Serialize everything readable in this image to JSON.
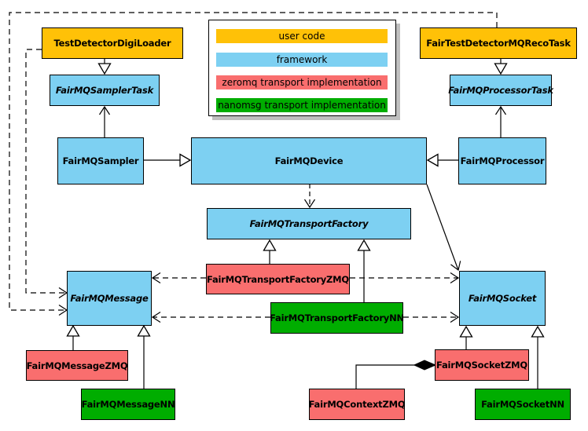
{
  "legend": {
    "items": [
      {
        "label": "user code",
        "color": "#ffc107"
      },
      {
        "label": "framework",
        "color": "#7dd0f2"
      },
      {
        "label": "zeromq transport implementation",
        "color": "#f96e6e"
      },
      {
        "label": "nanomsg transport implementation",
        "color": "#00ad00"
      }
    ]
  },
  "nodes": {
    "testDetectorDigiLoader": {
      "label": "TestDetectorDigiLoader",
      "category": "user code",
      "abstract": false
    },
    "fairTestDetectorMQRecoTask": {
      "label": "FairTestDetectorMQRecoTask",
      "category": "user code",
      "abstract": false
    },
    "fairMQSamplerTask": {
      "label": "FairMQSamplerTask",
      "category": "framework",
      "abstract": true
    },
    "fairMQProcessorTask": {
      "label": "FairMQProcessorTask",
      "category": "framework",
      "abstract": true
    },
    "fairMQSampler": {
      "label": "FairMQSampler",
      "category": "framework",
      "abstract": false
    },
    "fairMQDevice": {
      "label": "FairMQDevice",
      "category": "framework",
      "abstract": false
    },
    "fairMQProcessor": {
      "label": "FairMQProcessor",
      "category": "framework",
      "abstract": false
    },
    "fairMQTransportFactory": {
      "label": "FairMQTransportFactory",
      "category": "framework",
      "abstract": true
    },
    "fairMQTransportFactoryZMQ": {
      "label": "FairMQTransportFactoryZMQ",
      "category": "zeromq",
      "abstract": false
    },
    "fairMQTransportFactoryNN": {
      "label": "FairMQTransportFactoryNN",
      "category": "nanomsg",
      "abstract": false
    },
    "fairMQMessage": {
      "label": "FairMQMessage",
      "category": "framework",
      "abstract": true
    },
    "fairMQSocket": {
      "label": "FairMQSocket",
      "category": "framework",
      "abstract": true
    },
    "fairMQMessageZMQ": {
      "label": "FairMQMessageZMQ",
      "category": "zeromq",
      "abstract": false
    },
    "fairMQMessageNN": {
      "label": "FairMQMessageNN",
      "category": "nanomsg",
      "abstract": false
    },
    "fairMQSocketZMQ": {
      "label": "FairMQSocketZMQ",
      "category": "zeromq",
      "abstract": false
    },
    "fairMQSocketNN": {
      "label": "FairMQSocketNN",
      "category": "nanomsg",
      "abstract": false
    },
    "fairMQContextZMQ": {
      "label": "FairMQContextZMQ",
      "category": "zeromq",
      "abstract": false
    }
  },
  "edges": [
    {
      "from": "TestDetectorDigiLoader",
      "to": "FairMQSamplerTask",
      "type": "inheritance"
    },
    {
      "from": "FairTestDetectorMQRecoTask",
      "to": "FairMQProcessorTask",
      "type": "inheritance"
    },
    {
      "from": "FairMQSampler",
      "to": "FairMQSamplerTask",
      "type": "association"
    },
    {
      "from": "FairMQProcessor",
      "to": "FairMQProcessorTask",
      "type": "association"
    },
    {
      "from": "FairMQSampler",
      "to": "FairMQDevice",
      "type": "inheritance"
    },
    {
      "from": "FairMQProcessor",
      "to": "FairMQDevice",
      "type": "inheritance"
    },
    {
      "from": "FairMQDevice",
      "to": "FairMQTransportFactory",
      "type": "dependency"
    },
    {
      "from": "FairMQDevice",
      "to": "FairMQSocket",
      "type": "association"
    },
    {
      "from": "TestDetectorDigiLoader",
      "to": "FairMQMessage",
      "type": "dependency"
    },
    {
      "from": "FairTestDetectorMQRecoTask",
      "to": "FairMQMessage",
      "type": "dependency"
    },
    {
      "from": "FairMQTransportFactoryZMQ",
      "to": "FairMQTransportFactory",
      "type": "inheritance"
    },
    {
      "from": "FairMQTransportFactoryNN",
      "to": "FairMQTransportFactory",
      "type": "inheritance"
    },
    {
      "from": "FairMQTransportFactoryZMQ",
      "to": "FairMQMessage",
      "type": "dependency"
    },
    {
      "from": "FairMQTransportFactoryZMQ",
      "to": "FairMQSocket",
      "type": "dependency"
    },
    {
      "from": "FairMQTransportFactoryNN",
      "to": "FairMQMessage",
      "type": "dependency"
    },
    {
      "from": "FairMQTransportFactoryNN",
      "to": "FairMQSocket",
      "type": "dependency"
    },
    {
      "from": "FairMQMessageZMQ",
      "to": "FairMQMessage",
      "type": "inheritance"
    },
    {
      "from": "FairMQMessageNN",
      "to": "FairMQMessage",
      "type": "inheritance"
    },
    {
      "from": "FairMQSocketZMQ",
      "to": "FairMQSocket",
      "type": "inheritance"
    },
    {
      "from": "FairMQSocketNN",
      "to": "FairMQSocket",
      "type": "inheritance"
    },
    {
      "from": "FairMQContextZMQ",
      "to": "FairMQSocketZMQ",
      "type": "composition"
    }
  ]
}
